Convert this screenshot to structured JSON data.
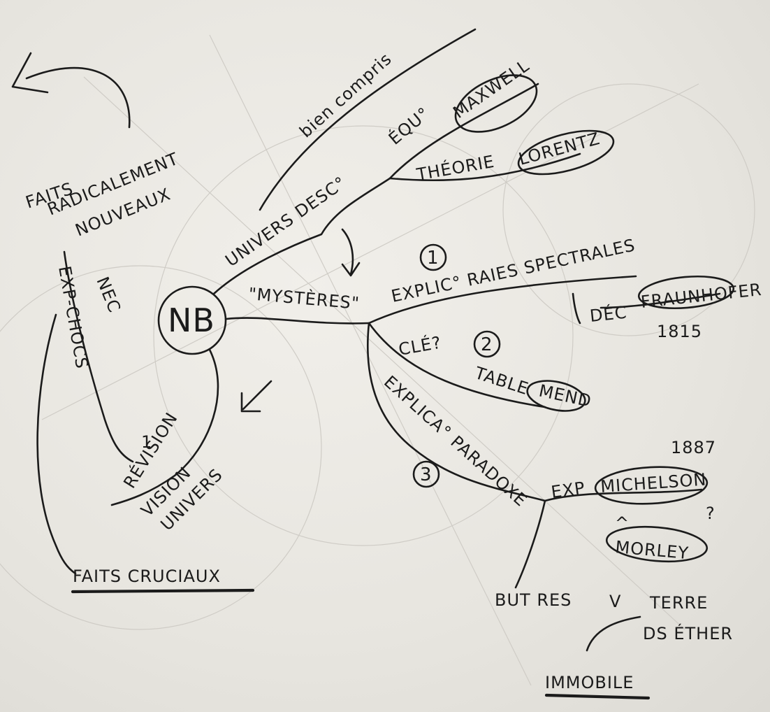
{
  "center": "NB",
  "top_branch": {
    "label": "UNIVERS DESC°",
    "children": {
      "note": "bien compris",
      "eq_label": "ÉQU°",
      "eq_name": "MAXWELL",
      "theory_label": "THÉORIE",
      "theory_name": "LORENTZ"
    }
  },
  "mysteries": {
    "label": "\"MYSTÈRES\"",
    "items": [
      {
        "number": "1",
        "label": "EXPLIC° RAIES SPECTRALES",
        "detail_label": "DÉC",
        "detail_name": "FRAUNHOFER",
        "detail_year": "1815"
      },
      {
        "number": "2",
        "label": "CLÉ?",
        "detail_label": "TABLE",
        "detail_name": "MEND"
      },
      {
        "number": "3",
        "label": "EXPLICA° PARADOXE",
        "exp_label": "EXP",
        "exp_name": "MICHELSON",
        "exp_year": "1887",
        "exp_question": "?",
        "partner_name": "MORLEY",
        "goal_line1": "BUT RES",
        "goal_arrow": "V",
        "goal_line2": "TERRE",
        "goal_line3": "DS ÉTHER",
        "conclusion": "IMMOBILE"
      }
    ]
  },
  "left_side": {
    "heading_line1": "FAITS",
    "heading_line2": "RADICALEMENT",
    "heading_line3": "NOUVEAUX",
    "nec": "NEC",
    "exp_chocs": "EXP-CHOCS",
    "revision_number": "1",
    "revision": "RÉVISION",
    "vision_line1": "VISION",
    "vision_line2": "UNIVERS",
    "footer": "FAITS CRUCIAUX"
  }
}
